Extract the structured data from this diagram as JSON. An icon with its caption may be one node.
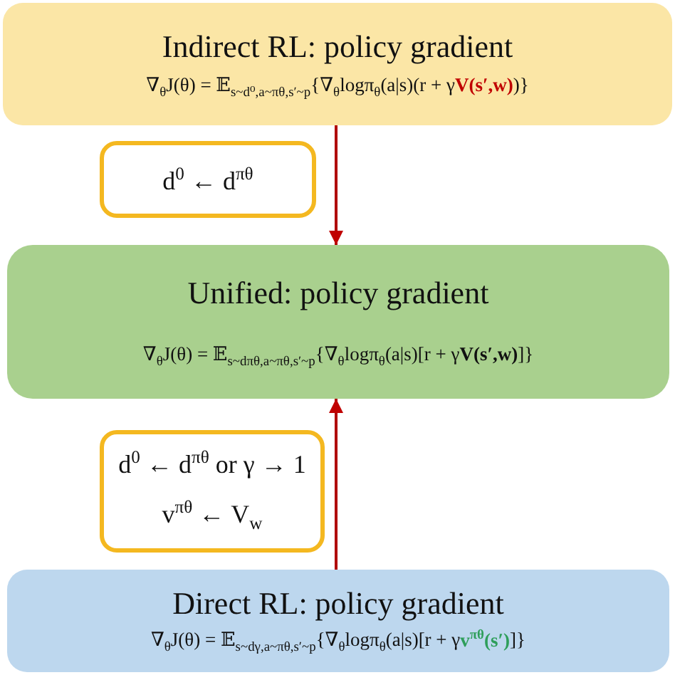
{
  "diagram": {
    "nodes": [
      {
        "text": [
          "Indirect RL: policy gradient",
          "∇$_{θ}$J(θ) = 𝔼$_{s~d⁰,a~πθ,s′~p}${∇$_{θ}$logπ$_{θ}$(a|s)(r + γ**V(s′,w)**)}"
        ]
      },
      {
        "text": [
          "d$^{0}$ ← d$^{πθ}$"
        ]
      },
      {
        "text": [
          "Unified: policy gradient",
          "∇$_{θ}$J(θ) = 𝔼$_{s~dπθ,a~πθ,s′~p}${∇$_{θ}$logπ$_{θ}$(a|s)[r + γ**V(s′,w)**]}"
        ]
      },
      {
        "text": [
          "d$^{0}$ ← d$^{πθ}$ or γ → 1",
          "v$^{πθ}$ ← V$_{w}$"
        ]
      },
      {
        "text": [
          "Direct RL: policy gradient",
          "∇$_{θ}$J(θ) = 𝔼$_{s~dγ,a~πθ,s′~p}${∇$_{θ}$logπ$_{θ}$(a|s)[r + γ**v$^{πθ}$(s′)**]}"
        ]
      }
    ],
    "edges": [
      {
        "from": 0,
        "to": 2,
        "arrow": "to"
      },
      {
        "from": 4,
        "to": 2,
        "arrow": "to"
      }
    ]
  }
}
